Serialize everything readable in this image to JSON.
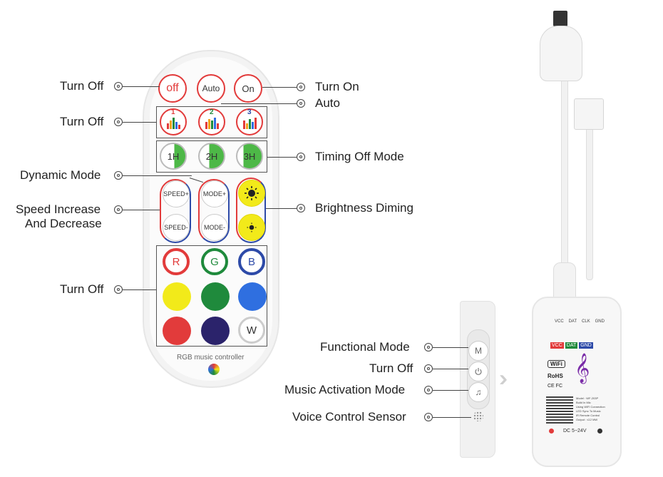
{
  "left_labels": {
    "turn_off_1": "Turn Off",
    "turn_off_2": "Turn Off",
    "dynamic_mode": "Dynamic Mode",
    "speed_line1": "Speed Increase",
    "speed_line2": "And Decrease",
    "turn_off_3": "Turn Off"
  },
  "right_labels": {
    "turn_on": "Turn On",
    "auto": "Auto",
    "timing_off": "Timing Off Mode",
    "brightness": "Brightness Diming"
  },
  "device_labels": {
    "functional_mode": "Functional Mode",
    "turn_off": "Turn Off",
    "music_activation": "Music Activation Mode",
    "voice_sensor": "Voice Control Sensor"
  },
  "remote": {
    "top_buttons": [
      "off",
      "Auto",
      "On"
    ],
    "music_modes": [
      "1",
      "2",
      "3"
    ],
    "timers": [
      "1H",
      "2H",
      "3H"
    ],
    "speed_up": "SPEED+",
    "speed_down": "SPEED-",
    "mode_up": "MODE+",
    "mode_down": "MODE-",
    "color_letters": [
      "R",
      "G",
      "B"
    ],
    "white": "W",
    "brand": "RGB music controller"
  },
  "side_panel": {
    "mode_btn": "M"
  },
  "controller": {
    "pins": [
      "VCC",
      "DAT",
      "CLK",
      "GND"
    ],
    "pin_tags": [
      "VCC",
      "DAT",
      "GND"
    ],
    "wifi": "WiFi",
    "rohs": "RoHS",
    "certs": "CE FC",
    "specs": [
      "Model : WF-203P",
      "Build In Mic",
      "Using WiFi Connection",
      "LED Sync To Music",
      "IR Remote Control",
      "Output : ≤12 MW"
    ],
    "voltage": "DC 5~24V"
  },
  "colors": {
    "red": "#e23b3b",
    "green": "#1f8a3c",
    "blue": "#2d4aa8",
    "yellow": "#f2ea1a",
    "dark_navy": "#2b236b",
    "bright_blue": "#2f6fe0"
  }
}
